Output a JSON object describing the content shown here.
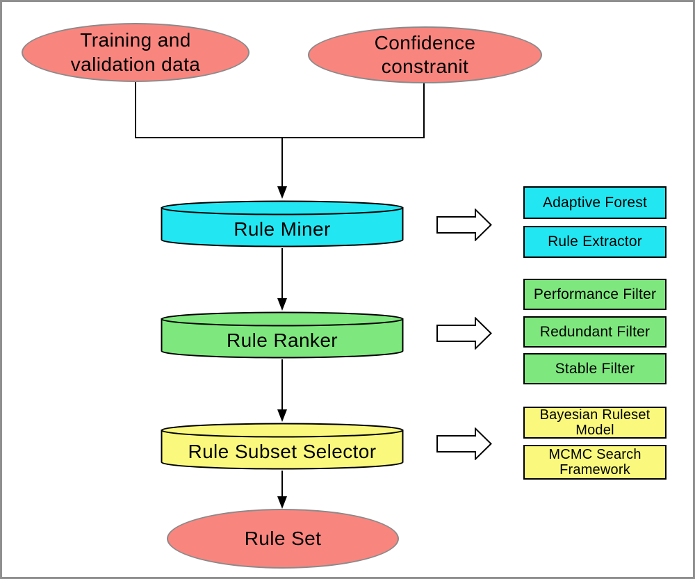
{
  "colors": {
    "input-fill": "#F9857F",
    "input-stroke": "#8A8A8A",
    "miner-fill": "#22E7F2",
    "ranker-fill": "#7EE87E",
    "selector-fill": "#FAF97E",
    "line": "#000000"
  },
  "nodes": {
    "input1": "Training and\nvalidation data",
    "input2": "Confidence\nconstranit",
    "miner": "Rule Miner",
    "ranker": "Rule Ranker",
    "selector": "Rule Subset Selector",
    "output": "Rule Set"
  },
  "components": {
    "miner": [
      "Adaptive Forest",
      "Rule Extractor"
    ],
    "ranker": [
      "Performance Filter",
      "Redundant Filter",
      "Stable Filter"
    ],
    "selector": [
      "Bayesian Ruleset Model",
      "MCMC Search Framework"
    ]
  }
}
